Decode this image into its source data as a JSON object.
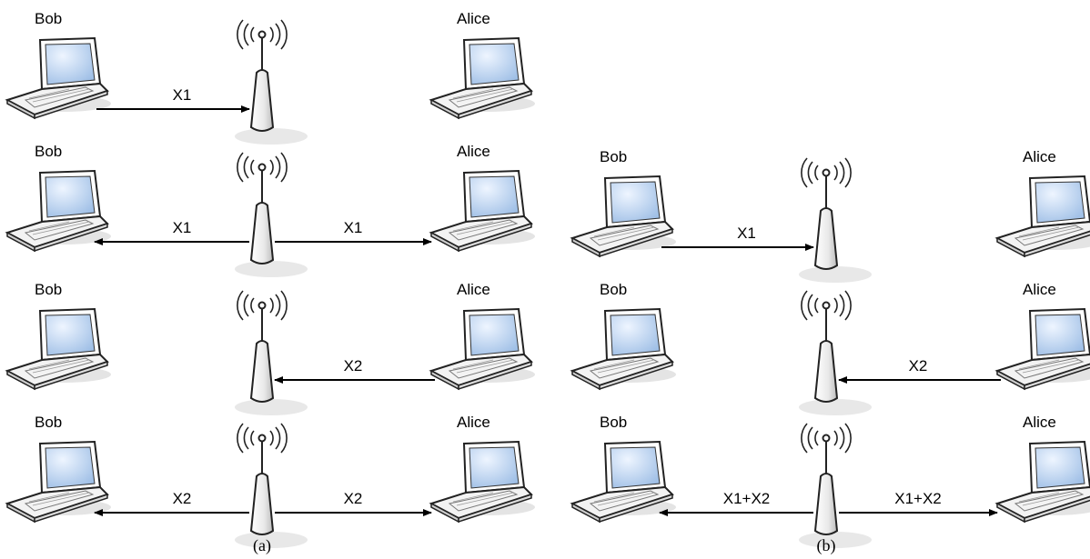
{
  "panels": [
    {
      "caption": "(a)",
      "rows": [
        {
          "left_name": "Bob",
          "right_name": "Alice",
          "left_msg": "X1",
          "right_msg": "",
          "dir": "bob_to_router"
        },
        {
          "left_name": "Bob",
          "right_name": "Alice",
          "left_msg": "X1",
          "right_msg": "X1",
          "dir": "router_to_both"
        },
        {
          "left_name": "Bob",
          "right_name": "Alice",
          "left_msg": "",
          "right_msg": "X2",
          "dir": "alice_to_router"
        },
        {
          "left_name": "Bob",
          "right_name": "Alice",
          "left_msg": "X2",
          "right_msg": "X2",
          "dir": "router_to_both"
        }
      ]
    },
    {
      "caption": "(b)",
      "rows": [
        {
          "left_name": "Bob",
          "right_name": "Alice",
          "left_msg": "X1",
          "right_msg": "",
          "dir": "bob_to_router"
        },
        {
          "left_name": "Bob",
          "right_name": "Alice",
          "left_msg": "",
          "right_msg": "X2",
          "dir": "alice_to_router"
        },
        {
          "left_name": "Bob",
          "right_name": "Alice",
          "left_msg": "X1+X2",
          "right_msg": "X1+X2",
          "dir": "router_to_both"
        }
      ]
    }
  ],
  "icons": {
    "laptop": "laptop-icon",
    "router": "wireless-router-icon"
  },
  "colors": {
    "screen": "#c9dcf2",
    "body": "#f4f4f4",
    "outline": "#222222",
    "arrow": "#000000"
  }
}
